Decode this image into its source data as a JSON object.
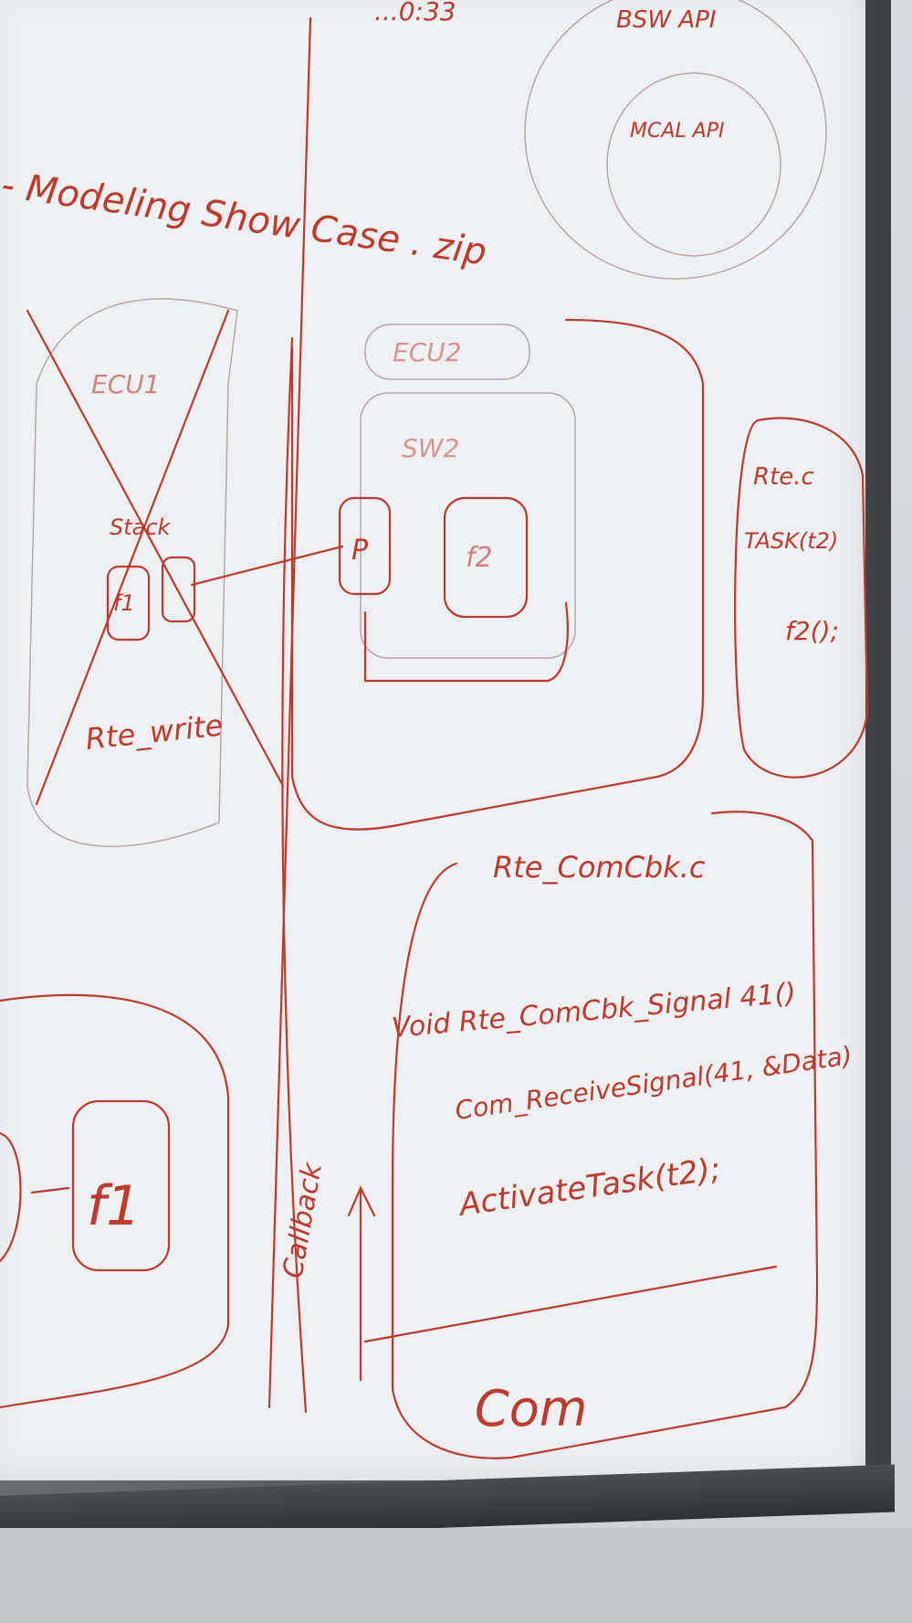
{
  "whiteboard": {
    "top_partial": "...0:33",
    "heading": "- Modeling Show Case . zip",
    "bsw_api": "BSW API",
    "mcal_api": "MCAL API",
    "ecu1": "ECU1",
    "ecu2": "ECU2",
    "sw2": "SW2",
    "stack": "Stack",
    "f1": "f1",
    "p": "P",
    "f2": "f2",
    "rte_write": "Rte_write",
    "rte_c": "Rte.c",
    "task_t2": "TASK(t2)",
    "f2_call": "f2();",
    "rte_comcbk": "Rte_ComCbk.c",
    "code_line1": "Void Rte_ComCbk_Signal 41()",
    "code_line2": "Com_ReceiveSignal(41, &Data)",
    "code_line3": "ActivateTask(t2);",
    "callback": "Callback",
    "com": "Com",
    "big_f1": "f1"
  },
  "colors": {
    "ink": "#c0392b",
    "board": "#eef1f4",
    "frame": "#4a4e52"
  }
}
